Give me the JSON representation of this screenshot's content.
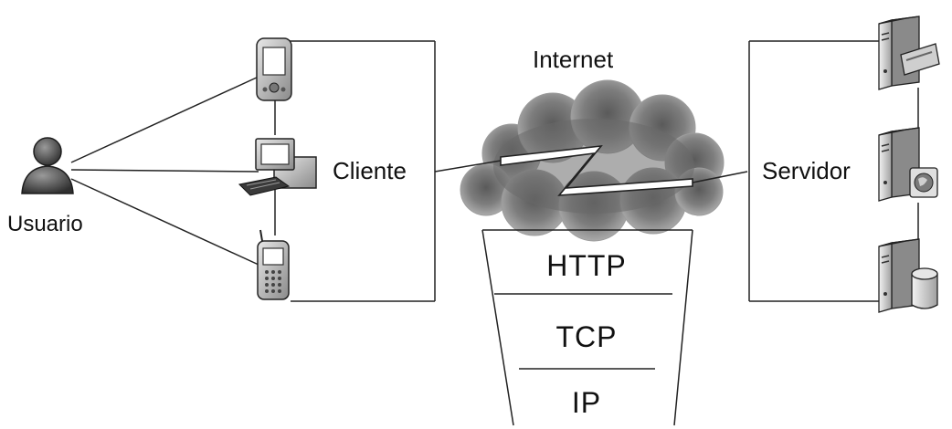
{
  "title": "Internet",
  "user": {
    "label": "Usuario",
    "icon": "user-icon"
  },
  "client": {
    "label": "Cliente",
    "devices": [
      {
        "icon": "pda-icon"
      },
      {
        "icon": "desktop-computer-icon"
      },
      {
        "icon": "mobile-phone-icon"
      }
    ]
  },
  "server": {
    "label": "Servidor",
    "machines": [
      {
        "icon": "server-with-card-icon"
      },
      {
        "icon": "server-with-globe-icon"
      },
      {
        "icon": "server-with-database-icon"
      }
    ]
  },
  "network": {
    "icon": "cloud-icon",
    "link_icon": "lightning-bolt-icon"
  },
  "protocols": [
    "HTTP",
    "TCP",
    "IP"
  ],
  "colors": {
    "line": "#222222",
    "cloud_dark": "#6e6e6e",
    "cloud_light": "#a8a8a8",
    "device_gray": "#9a9a9a"
  }
}
